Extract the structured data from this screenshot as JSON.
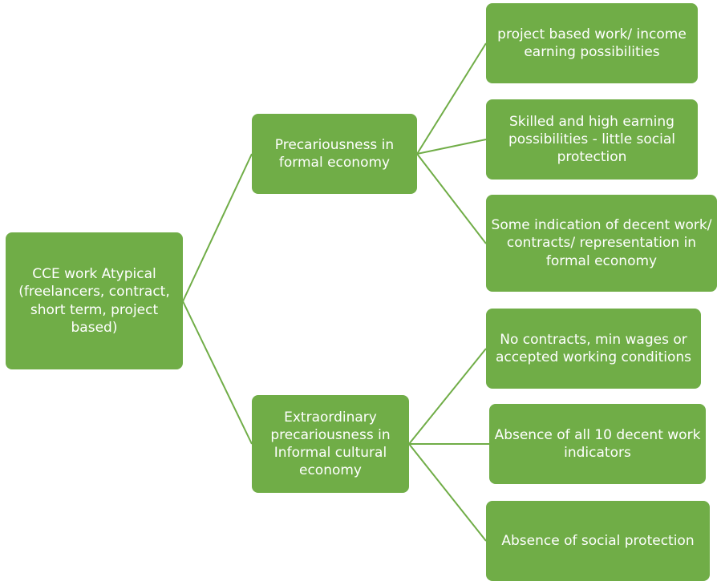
{
  "colors": {
    "node_fill": "#70ad47",
    "connector": "#70ad47",
    "text": "#ffffff"
  },
  "nodes": {
    "root": "CCE work Atypical (freelancers, contract, short term, project based)",
    "formal": "Precariousness in formal economy",
    "informal": "Extraordinary precariousness in Informal cultural economy",
    "formal_children": [
      "project based work/ income earning possibilities",
      "Skilled and high earning possibilities - little social protection",
      "Some indication of decent work/ contracts/ representation  in formal economy"
    ],
    "informal_children": [
      "No contracts, min wages or accepted working conditions",
      "Absence of all 10 decent work indicators",
      "Absence of social protection"
    ]
  }
}
